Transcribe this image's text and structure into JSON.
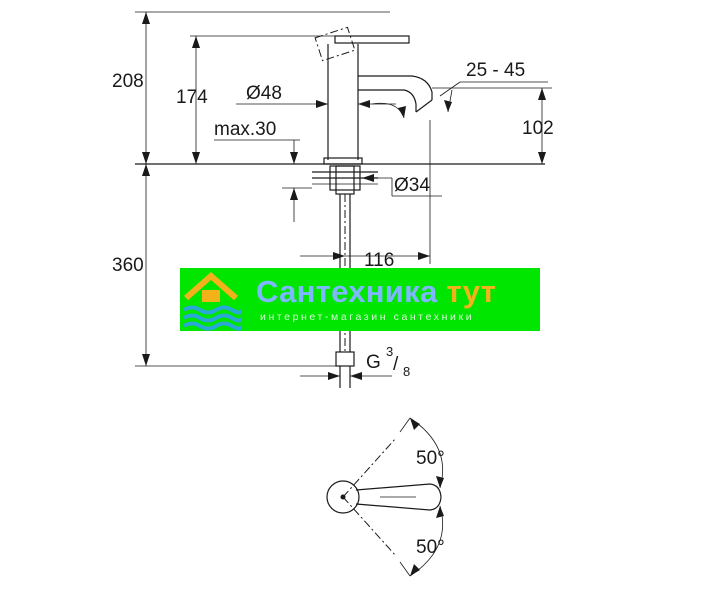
{
  "dimensions": {
    "total_height": "208",
    "body_height": "174",
    "body_diameter": "Ø48",
    "max_thickness": "max.30",
    "spout_angle": "25 - 45",
    "spout_height": "102",
    "hole_diameter": "Ø34",
    "below_counter": "360",
    "projection": "116",
    "thread": "G",
    "thread_numerator": "3",
    "thread_denominator": "8",
    "handle_angle_top": "50°",
    "handle_angle_bottom": "50°"
  },
  "watermark": {
    "name": "Сантехника",
    "name_accent": "тут",
    "tagline": "интернет-магазин сантехники"
  },
  "colors": {
    "line": "#1a1a1a",
    "watermark_bg": "#00e600",
    "watermark_name": "#7fb7ff",
    "watermark_accent": "#f3b21a",
    "watermark_icon": "#f3b21a",
    "watermark_waves": "#2aa8d8"
  }
}
